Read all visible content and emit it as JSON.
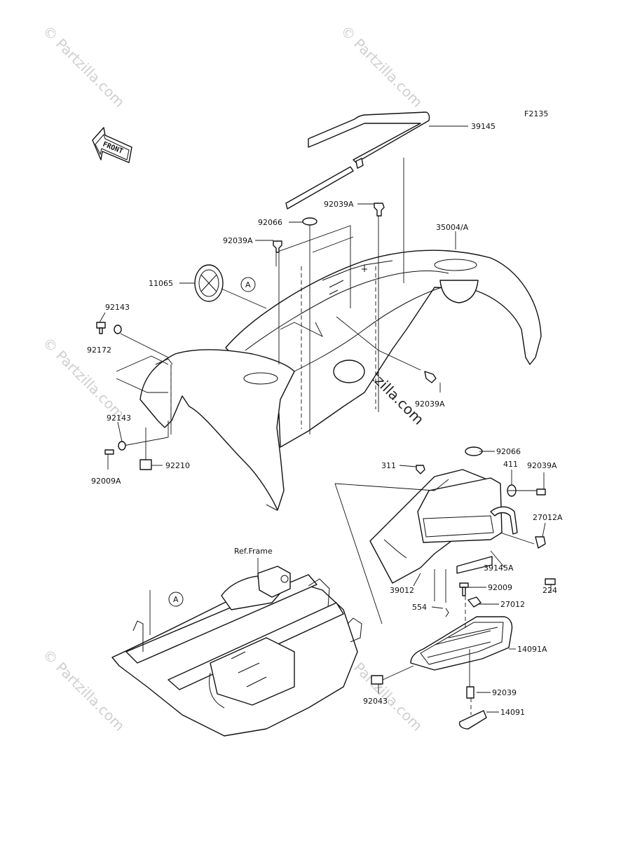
{
  "figure_code": "F2135",
  "front_arrow": {
    "label": "FRONT"
  },
  "watermark": "© Partzilla.com",
  "section_marker": "A",
  "ref_frame_label": "Ref.Frame",
  "callouts": [
    "39145",
    "92039A",
    "92066",
    "35004/A",
    "92039A",
    "11065",
    "92143",
    "92172",
    "92039A",
    "92143",
    "92009A",
    "92210",
    "92066",
    "311",
    "411",
    "92039A",
    "27012A",
    "39145A",
    "224",
    "39012",
    "92009",
    "27012",
    "554",
    "14091A",
    "92039",
    "92043",
    "14091"
  ]
}
